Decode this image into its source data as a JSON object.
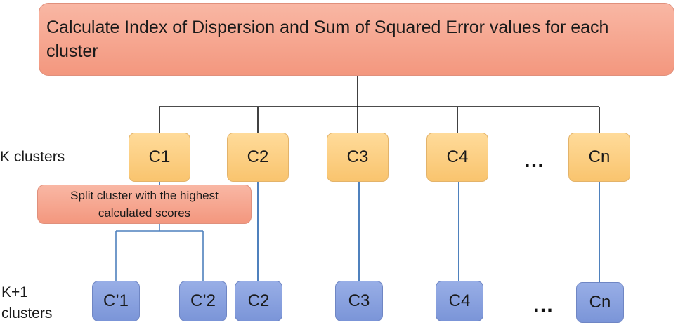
{
  "header": {
    "text": "Calculate Index of Dispersion and Sum of Squared Error values for each cluster"
  },
  "levels": {
    "k_label": "K clusters",
    "k1_label_line1": "K+1",
    "k1_label_line2": "clusters"
  },
  "clusters": [
    "C1",
    "C2",
    "C3",
    "C4",
    "Cn"
  ],
  "split": {
    "text": "Split cluster with the highest calculated scores"
  },
  "children": [
    "C’1",
    "C’2",
    "C2",
    "C3",
    "C4",
    "Cn"
  ],
  "ellipsis": "…"
}
